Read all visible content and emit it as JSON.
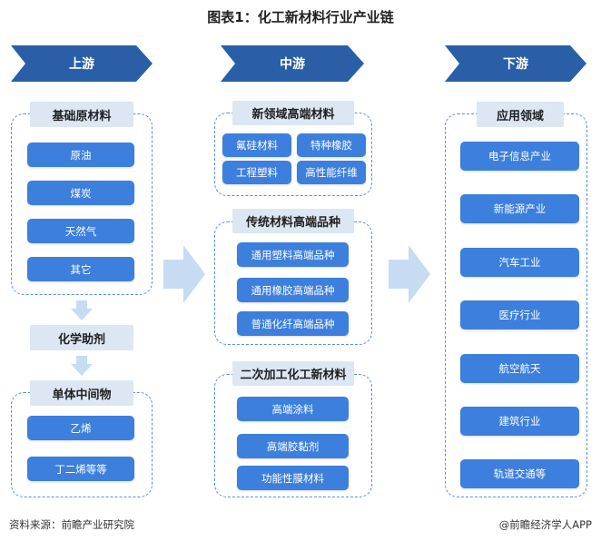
{
  "title": "图表1：化工新材料行业产业链",
  "stages": {
    "upstream": "上游",
    "midstream": "中游",
    "downstream": "下游"
  },
  "upstream": {
    "raw_header": "基础原材料",
    "raw_items": [
      "原油",
      "煤炭",
      "天然气",
      "其它"
    ],
    "chem_header": "化学助剂",
    "mono_header": "单体中间物",
    "mono_items": [
      "乙烯",
      "丁二烯等等"
    ]
  },
  "midstream": {
    "new_header": "新领域高端材料",
    "new_items": [
      "氟硅材料",
      "特种橡胶",
      "工程塑料",
      "高性能纤维"
    ],
    "trad_header": "传统材料高端品种",
    "trad_items": [
      "通用塑料高端品种",
      "通用橡胶高端品种",
      "普通化纤高端品种"
    ],
    "sec_header": "二次加工化工新材料",
    "sec_items": [
      "高端涂料",
      "高端胶黏剂",
      "功能性膜材料"
    ]
  },
  "downstream": {
    "header": "应用领域",
    "items": [
      "电子信息产业",
      "新能源产业",
      "汽车工业",
      "医疗行业",
      "航空航天",
      "建筑行业",
      "轨道交通等"
    ]
  },
  "footer": {
    "source": "资料来源：前瞻产业研究院",
    "brand": "@前瞻经济学人APP"
  },
  "colors": {
    "chevron": "#2a5fa8",
    "button": "#3d7fdc",
    "header_bg": "#dce7f3",
    "dash_border": "#5a8fd8",
    "arrow": "#c7dcf3"
  }
}
